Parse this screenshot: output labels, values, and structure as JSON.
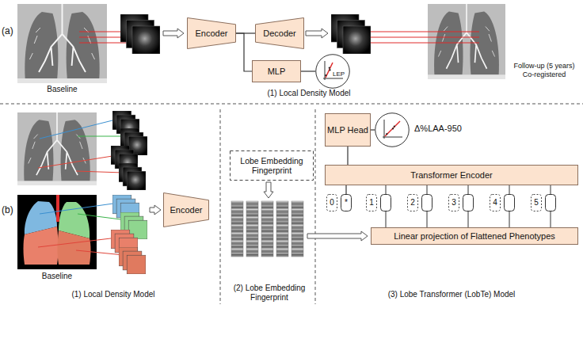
{
  "diagram": {
    "nodes": [
      {
        "text": [
          "Encoder"
        ]
      },
      {
        "text": [
          "Decoder"
        ]
      },
      {
        "text": [
          "MLP"
        ]
      },
      {
        "text": [
          "LEP"
        ]
      },
      {
        "text": [
          "Encoder"
        ]
      },
      {
        "text": [
          "Lobe Embedding Fingerprint"
        ]
      },
      {
        "text": [
          "MLP Head"
        ]
      },
      {
        "text": [
          "Δ%LAA-950"
        ]
      },
      {
        "text": [
          "Transformer Encoder"
        ]
      },
      {
        "text": [
          "0"
        ]
      },
      {
        "text": [
          "*"
        ]
      },
      {
        "text": [
          "1"
        ]
      },
      {
        "text": [
          "2"
        ]
      },
      {
        "text": [
          "3"
        ]
      },
      {
        "text": [
          "4"
        ]
      },
      {
        "text": [
          "5"
        ]
      },
      {
        "text": [
          "Linear projection of Flattened Phenotypes"
        ]
      }
    ],
    "edges": [
      {
        "from": 0,
        "to": 1,
        "arrow": "none"
      },
      {
        "from": 0,
        "to": 2,
        "arrow": "none"
      },
      {
        "from": 2,
        "to": 3,
        "arrow": "none"
      },
      {
        "from": 8,
        "to": 6,
        "arrow": "none"
      },
      {
        "from": 6,
        "to": 7,
        "arrow": "none"
      },
      {
        "from": 10,
        "to": 8,
        "arrow": "none"
      }
    ],
    "labels": [
      "(a)",
      "Baseline",
      "Follow-up (5 years) Co-registered",
      "(1) Local Density Model",
      "(b)",
      "Baseline",
      "(1) Local Density Model",
      "(2) Lobe Embedding Fingerprint",
      "(3) Lobe Transformer (LobTe) Model"
    ]
  }
}
